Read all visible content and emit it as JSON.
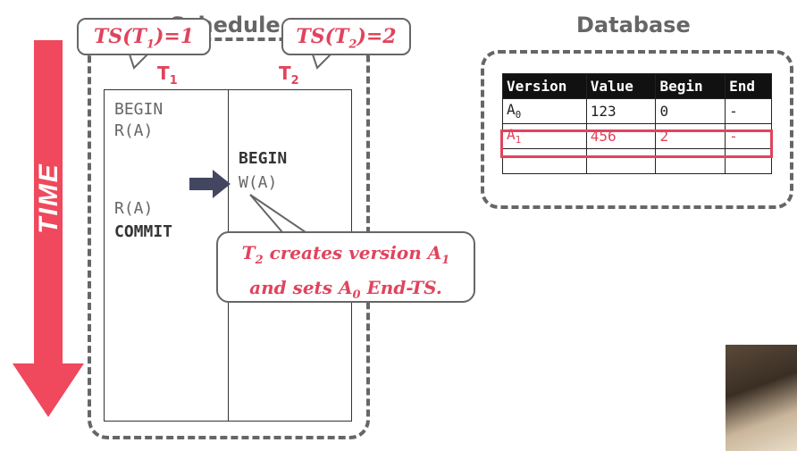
{
  "time_label": "TIME",
  "schedule": {
    "title": "Schedule",
    "t1_head": "T",
    "t1_sub": "1",
    "t2_head": "T",
    "t2_sub": "2",
    "t1_ops": [
      "BEGIN",
      "R(A)",
      "R(A)",
      "COMMIT"
    ],
    "t2_ops": [
      "BEGIN",
      "W(A)"
    ]
  },
  "callouts": {
    "ts1_pre": "TS(T",
    "ts1_sub": "1",
    "ts1_post": ")=1",
    "ts2_pre": "TS(T",
    "ts2_sub": "2",
    "ts2_post": ")=2",
    "note_l1_a": "T",
    "note_l1_sub1": "2",
    "note_l1_b": " creates version A",
    "note_l1_sub2": "1",
    "note_l2_a": "and sets A",
    "note_l2_sub": "0",
    "note_l2_b": " End-TS."
  },
  "database": {
    "title": "Database",
    "columns": [
      "Version",
      "Value",
      "Begin",
      "End"
    ],
    "rows": [
      {
        "version": "A",
        "version_sub": "0",
        "value": "123",
        "begin": "0",
        "end": "-"
      },
      {
        "version": "A",
        "version_sub": "1",
        "value": "456",
        "begin": "2",
        "end": "-"
      },
      {
        "version": "",
        "version_sub": "",
        "value": "",
        "begin": "",
        "end": ""
      }
    ]
  },
  "colors": {
    "accent": "#e0445c",
    "arrow": "#f0485c",
    "pointer": "#434660",
    "frame": "#666666"
  }
}
